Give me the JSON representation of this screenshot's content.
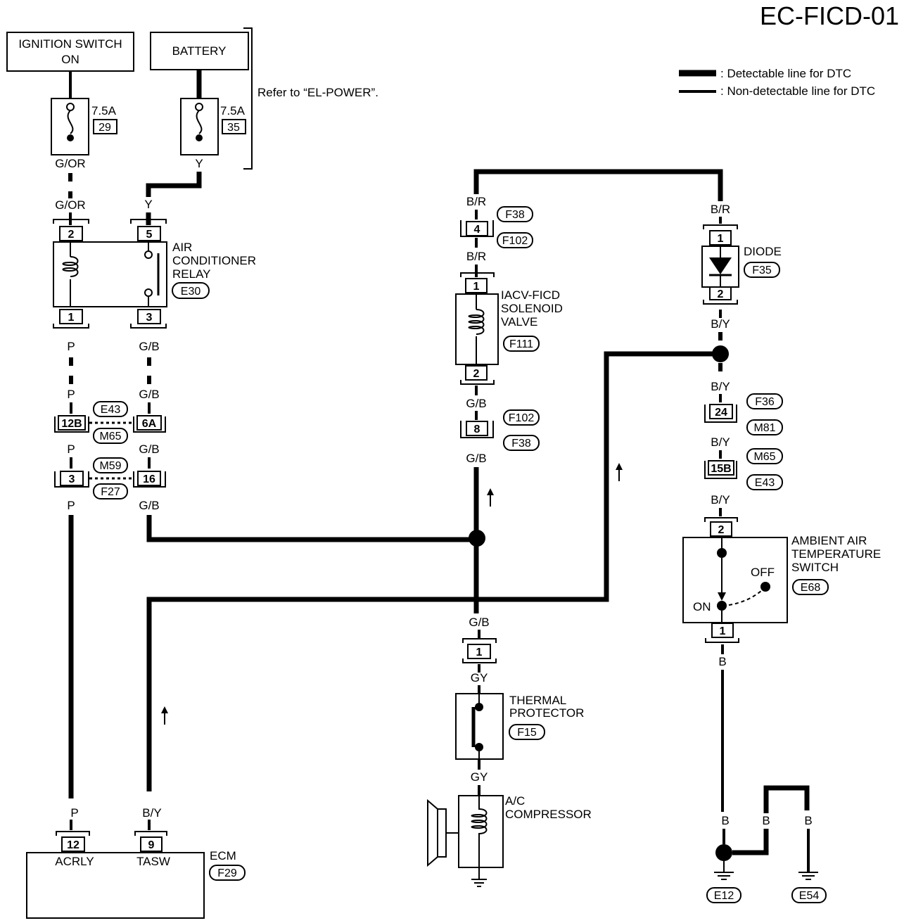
{
  "page_code": "EC-FICD-01",
  "legend": {
    "detectable": ": Detectable line for DTC",
    "nondetectable": ": Non-detectable line for DTC"
  },
  "ignition_switch": {
    "line1": "IGNITION SWITCH",
    "line2": "ON"
  },
  "battery": "BATTERY",
  "refer": "Refer to “EL-POWER”.",
  "fuse_left": {
    "rating": "7.5A",
    "number": "29"
  },
  "fuse_right": {
    "rating": "7.5A",
    "number": "35"
  },
  "wires": {
    "g_or": "G/OR",
    "y": "Y",
    "p": "P",
    "g_b": "G/B",
    "b_r": "B/R",
    "b_y": "B/Y",
    "gy": "GY",
    "b": "B"
  },
  "relay": {
    "line1": "AIR",
    "line2": "CONDITIONER",
    "line3": "RELAY",
    "connector": "E30",
    "pins": [
      "2",
      "5",
      "1",
      "3"
    ]
  },
  "junctions_left": {
    "upper": {
      "pin_a": "12B",
      "pin_b": "6A",
      "tag_top": "E43",
      "tag_bottom": "M65"
    },
    "lower": {
      "pin_a": "3",
      "pin_b": "16",
      "tag_top": "M59",
      "tag_bottom": "F27"
    }
  },
  "iacv_connector_top": {
    "pin": "4",
    "tag_top": "F38",
    "tag_bottom": "F102"
  },
  "iacv": {
    "line1": "IACV-FICD",
    "line2": "SOLENOID",
    "line3": "VALVE",
    "connector": "F111",
    "pins": [
      "1",
      "2"
    ]
  },
  "iacv_connector_bottom": {
    "pin": "8",
    "tag_top": "F102",
    "tag_bottom": "F38"
  },
  "diode": {
    "label": "DIODE",
    "connector": "F35",
    "pins": [
      "1",
      "2"
    ]
  },
  "right_connector_1": {
    "pin": "24",
    "tag_top": "F36",
    "tag_bottom": "M81"
  },
  "right_connector_2": {
    "pin": "15B",
    "tag_top": "M65",
    "tag_bottom": "E43"
  },
  "ambient_switch": {
    "line1": "AMBIENT AIR",
    "line2": "TEMPERATURE",
    "line3": "SWITCH",
    "connector": "E68",
    "off": "OFF",
    "on": "ON",
    "pins": [
      "2",
      "1"
    ]
  },
  "compressor_connector": {
    "pin": "1"
  },
  "thermal": {
    "line1": "THERMAL",
    "line2": "PROTECTOR",
    "connector": "F15"
  },
  "compressor": {
    "line1": "A/C",
    "line2": "COMPRESSOR"
  },
  "ecm": {
    "label": "ECM",
    "connector": "F29",
    "pin_a": "12",
    "pin_a_name": "ACRLY",
    "pin_b": "9",
    "pin_b_name": "TASW"
  },
  "grounds": {
    "left": "E12",
    "right": "E54"
  }
}
